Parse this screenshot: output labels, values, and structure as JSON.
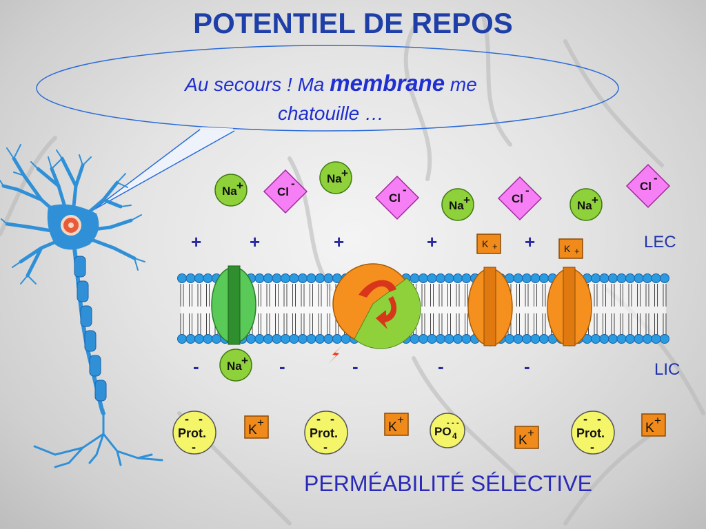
{
  "slide": {
    "title": "POTENTIEL DE REPOS",
    "bubble_line1_a": "Au secours ! Ma ",
    "bubble_line1_b": "membrane",
    "bubble_line1_c": " me",
    "bubble_line2": "chatouille …",
    "lec_label": "LEC",
    "lic_label": "LIC",
    "footer": "PERMÉABILITÉ SÉLECTIVE"
  },
  "ions": {
    "na_label": "Na",
    "cl_label": "Cl",
    "k_label": "K",
    "prot_label": "Prot.",
    "po4_label": "PO",
    "po4_sub": "4",
    "plus": "+",
    "minus": "-"
  },
  "colors": {
    "title": "#1f3fa8",
    "na_fill": "#8fd13a",
    "cl_fill": "#f77ff5",
    "k_fill": "#f08a1a",
    "prot_fill": "#f5f56a",
    "membrane_head": "#2a9be0",
    "channel_green": "#59c957",
    "channel_orange": "#f5901e",
    "neuron": "#2f90d8"
  }
}
